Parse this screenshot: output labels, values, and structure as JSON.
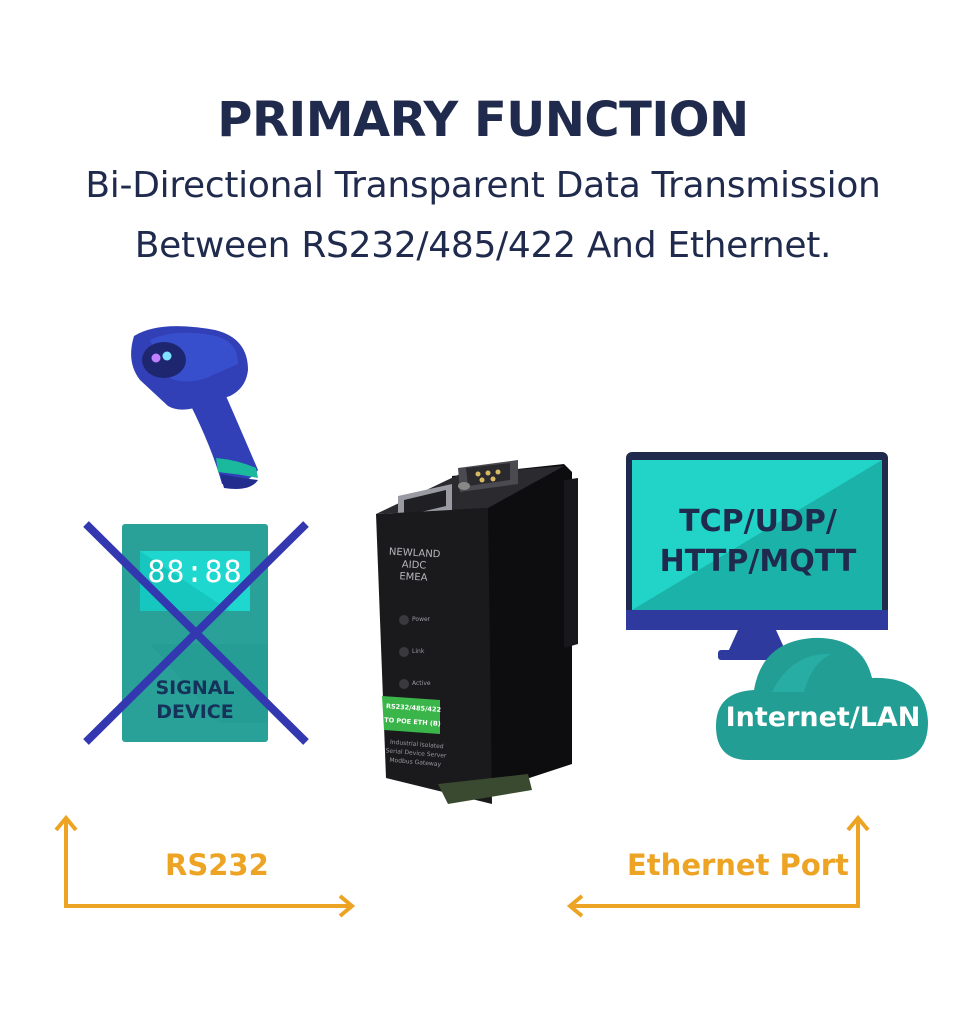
{
  "header": {
    "title": "PRIMARY FUNCTION",
    "subtitle_line1": "Bi-Directional Transparent Data Transmission",
    "subtitle_line2": "Between RS232/485/422 And Ethernet."
  },
  "signal_device": {
    "display": "88:88",
    "label_line1": "SIGNAL",
    "label_line2": "DEVICE",
    "crossed_out": true
  },
  "server": {
    "brand_line1": "NEWLAND",
    "brand_line2": "AIDC",
    "brand_line3": "EMEA",
    "led_power": "Power",
    "led_link": "Link",
    "led_active": "Active",
    "green_label_line1": "RS232/485/422",
    "green_label_line2": "TO POE ETH (B)",
    "desc_line1": "Industrial Isolated",
    "desc_line2": "Serial Device Server",
    "desc_line3": "Modbus Gateway"
  },
  "monitor": {
    "line1": "TCP/UDP/",
    "line2": "HTTP/MQTT"
  },
  "cloud": {
    "label": "Internet/LAN"
  },
  "ports": {
    "left_label": "RS232",
    "right_label": "Ethernet Port"
  },
  "colors": {
    "navy": "#1f2a4d",
    "orange": "#eda424",
    "teal": "#27a39a",
    "cyan": "#22d3c8",
    "blue": "#2e3a9e"
  }
}
